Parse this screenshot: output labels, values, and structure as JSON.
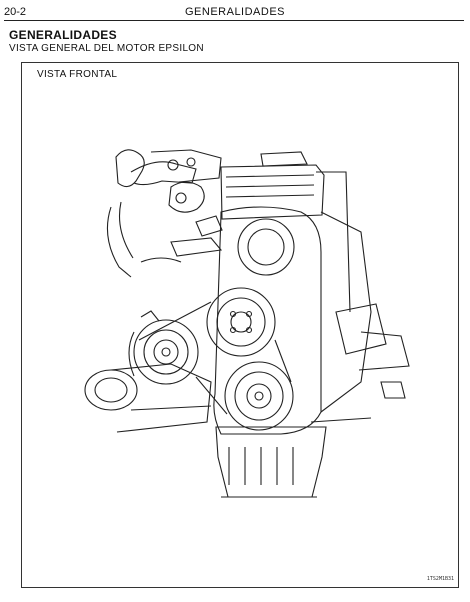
{
  "header": {
    "page_number": "20-2",
    "title": "GENERALIDADES"
  },
  "section": {
    "title": "GENERALIDADES",
    "subtitle": "VISTA GENERAL DEL MOTOR EPSILON"
  },
  "figure": {
    "view_label": "VISTA FRONTAL",
    "drawing_code": "1TS2M1B31"
  }
}
